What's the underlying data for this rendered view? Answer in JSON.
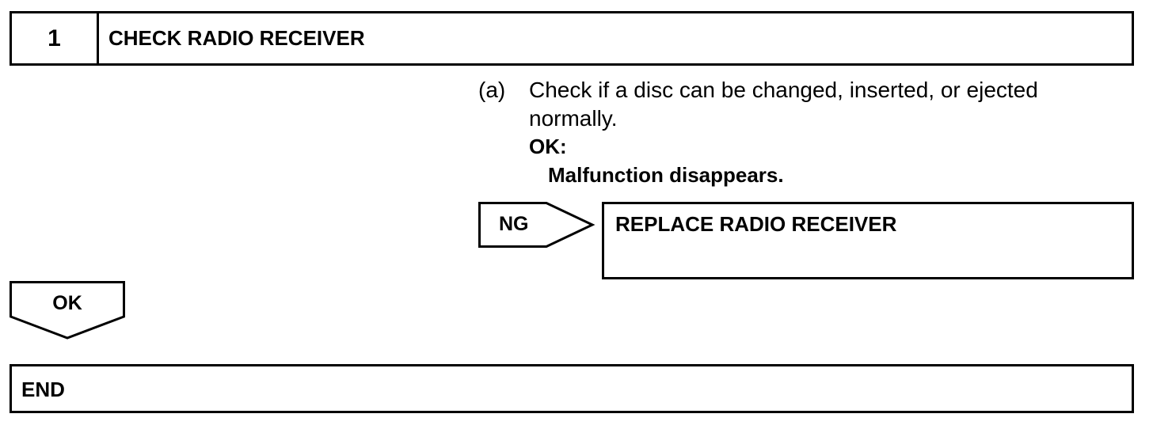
{
  "step": {
    "number": "1",
    "title": "CHECK RADIO RECEIVER"
  },
  "instruction": {
    "marker": "(a)",
    "text": "Check if a disc can be changed, inserted, or ejected normally.",
    "ok_label": "OK:",
    "ok_criterion": "Malfunction disappears."
  },
  "ng_branch": {
    "tag": "NG",
    "action": "REPLACE RADIO RECEIVER"
  },
  "ok_branch": {
    "tag": "OK"
  },
  "end": {
    "label": "END"
  }
}
